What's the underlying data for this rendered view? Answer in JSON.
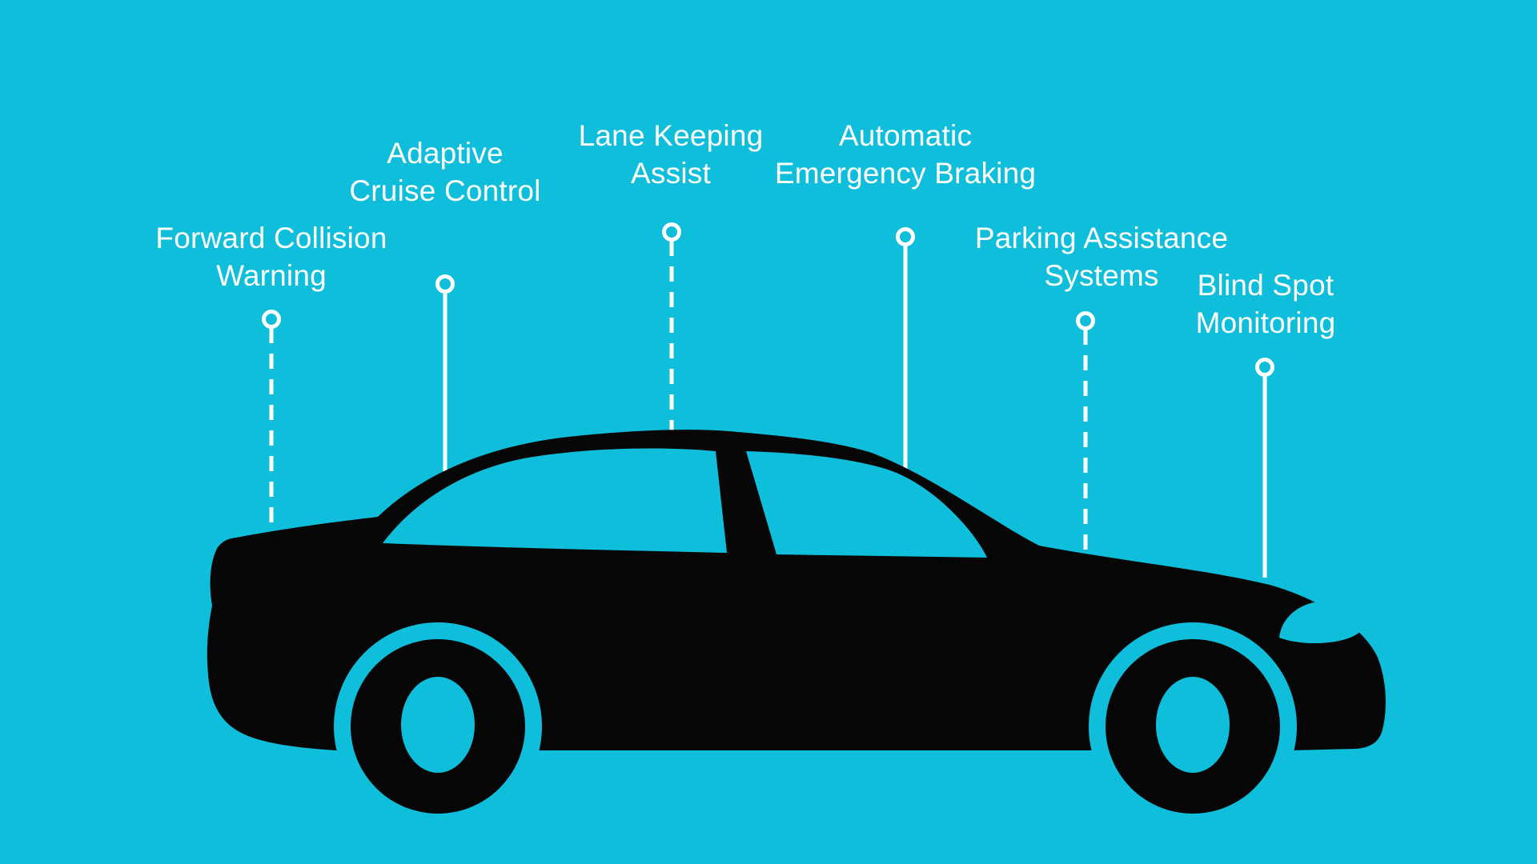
{
  "colors": {
    "background": "#0fbedb",
    "car": "#060606",
    "connector": "#ffffff",
    "text": "#ffffff"
  },
  "graphic": {
    "car_icon": "sedan-side-silhouette"
  },
  "labels": [
    {
      "id": "forward-collision-warning",
      "line1": "Forward Collision",
      "line2": "Warning",
      "connector": "dashed"
    },
    {
      "id": "adaptive-cruise-control",
      "line1": "Adaptive",
      "line2": "Cruise Control",
      "connector": "solid"
    },
    {
      "id": "lane-keeping-assist",
      "line1": "Lane Keeping",
      "line2": "Assist",
      "connector": "dashed"
    },
    {
      "id": "automatic-emergency-braking",
      "line1": "Automatic",
      "line2": "Emergency Braking",
      "connector": "solid"
    },
    {
      "id": "parking-assistance-systems",
      "line1": "Parking Assistance",
      "line2": "Systems",
      "connector": "dashed"
    },
    {
      "id": "blind-spot-monitoring",
      "line1": "Blind Spot",
      "line2": "Monitoring",
      "connector": "solid"
    }
  ]
}
